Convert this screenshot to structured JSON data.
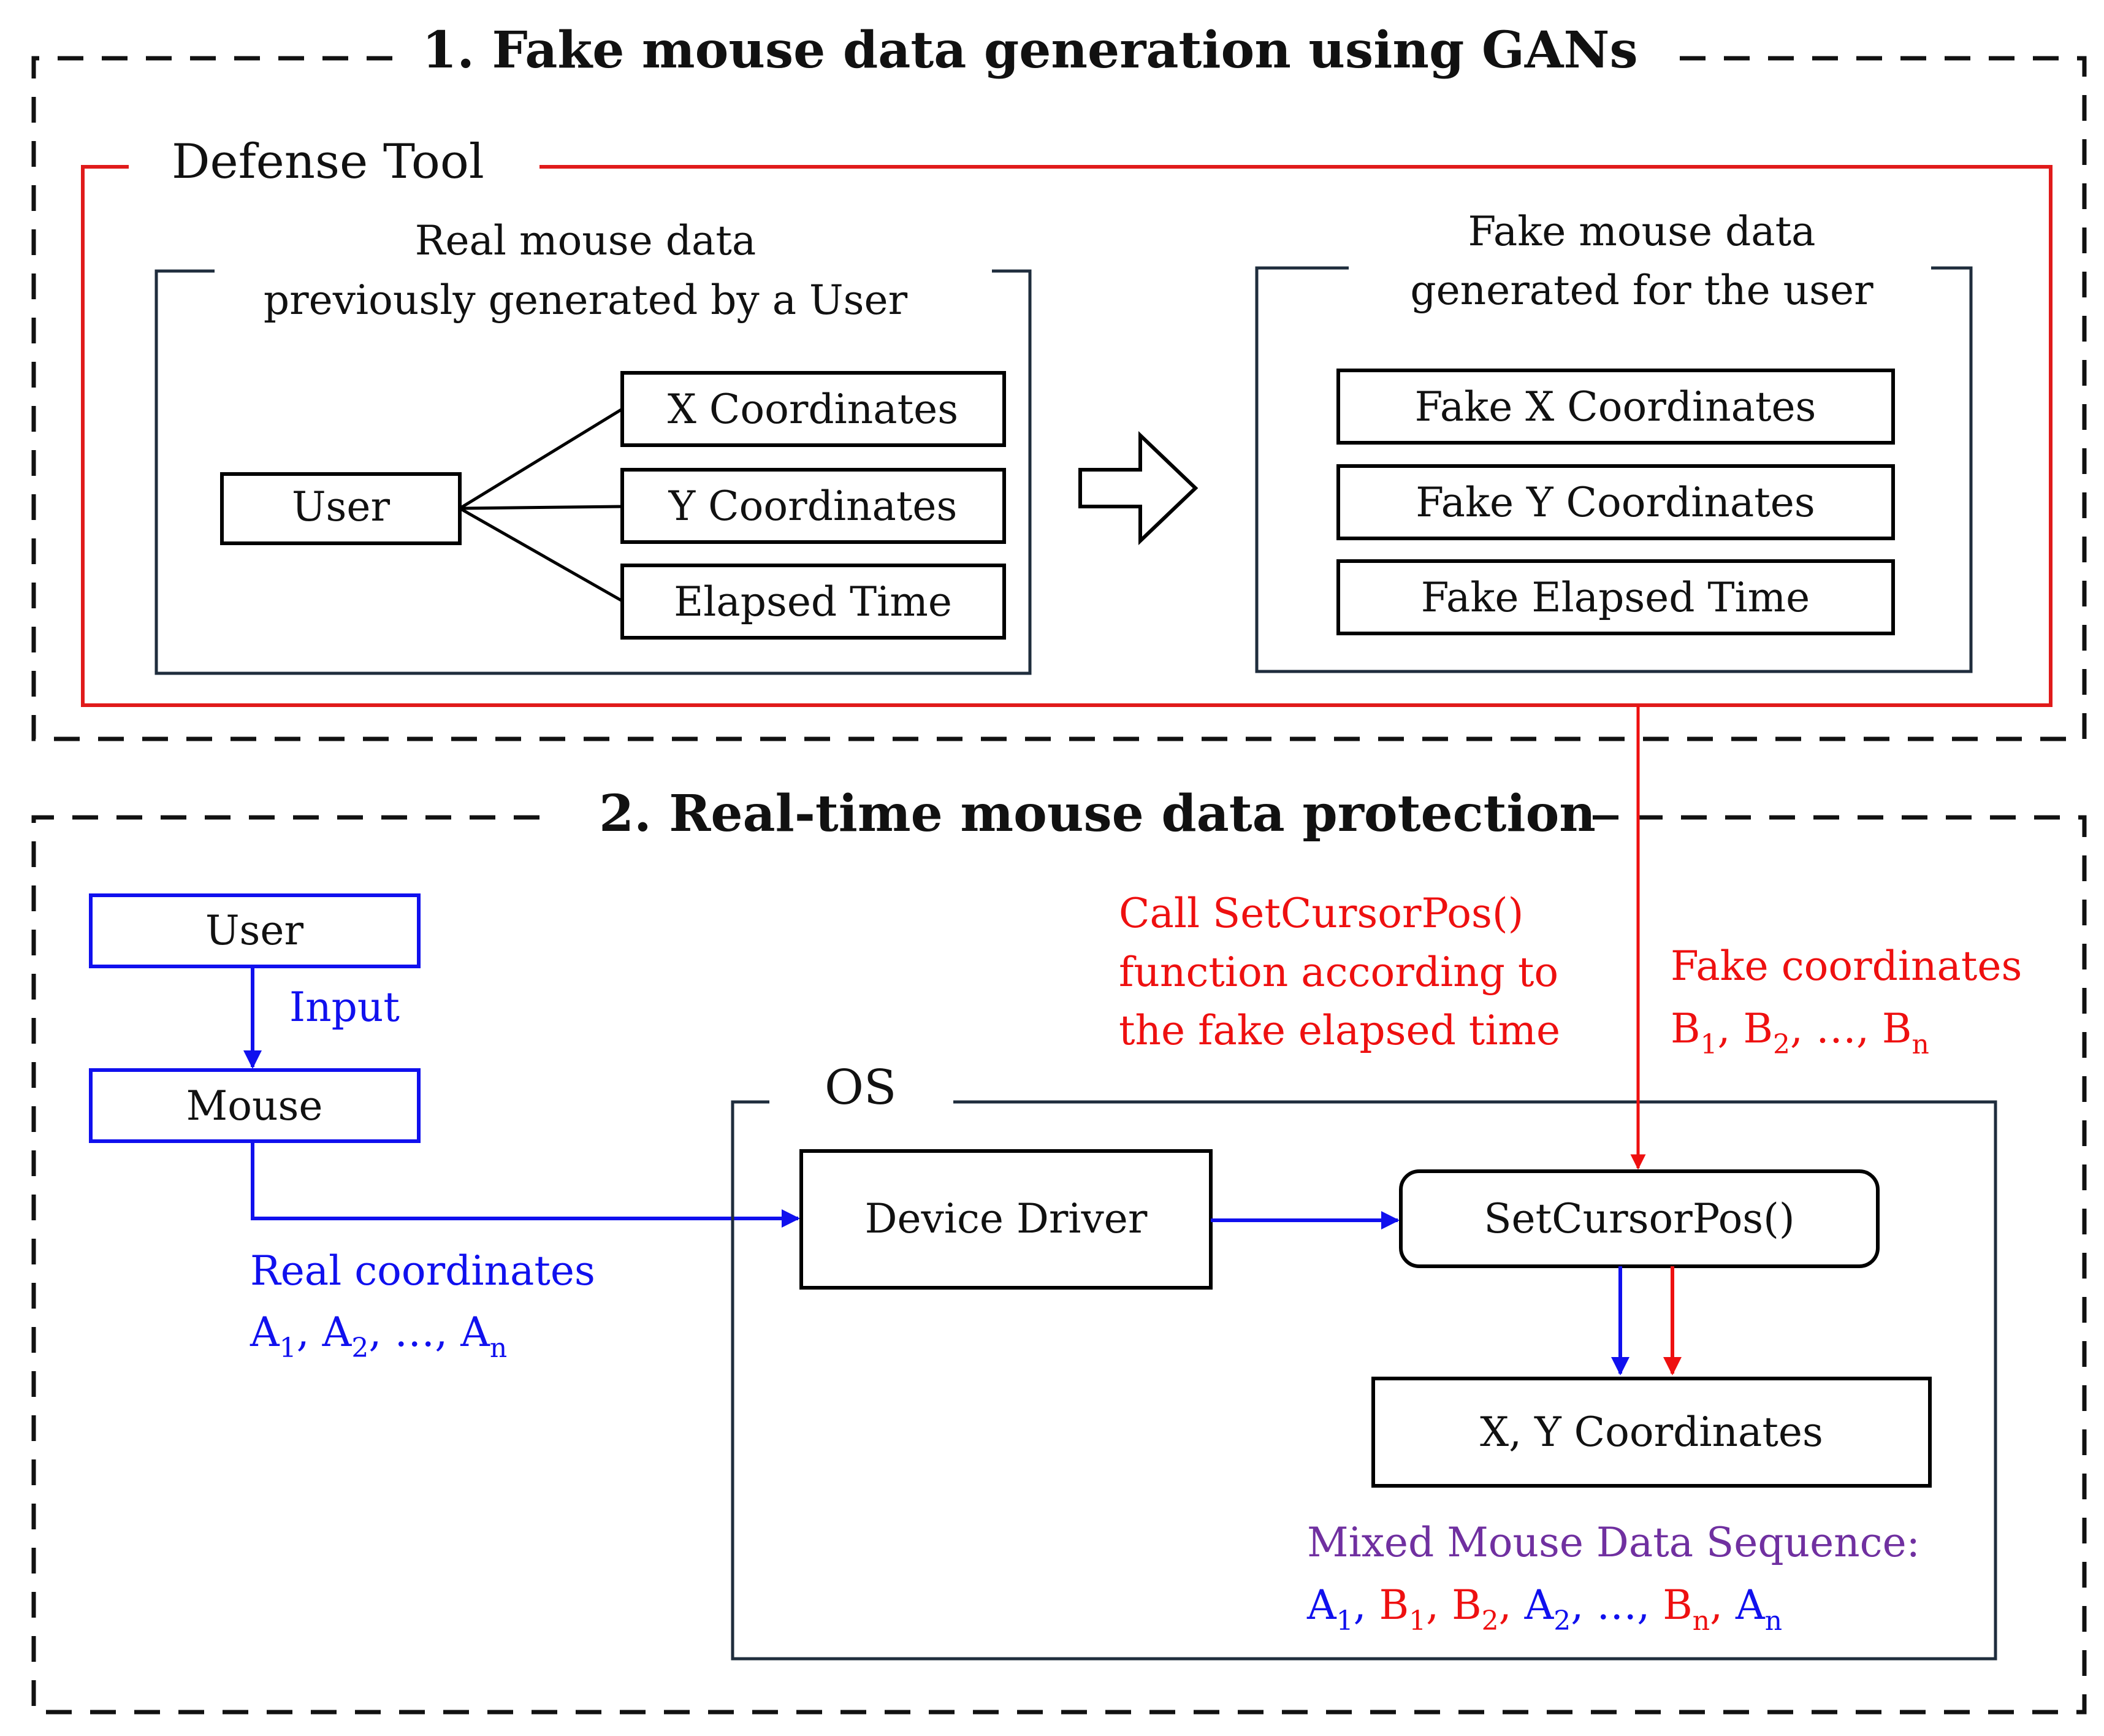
{
  "colors": {
    "real": "#1010ee",
    "fake": "#ee1010",
    "mixed": "#7030a0",
    "tool": "#e01b1b",
    "frame": "#1f2d3d"
  },
  "section1": {
    "title": "1. Fake mouse data generation using GANs"
  },
  "defense_tool": {
    "label": "Defense Tool"
  },
  "real_panel": {
    "title_line1": "Real mouse data",
    "title_line2": "previously generated by a User",
    "user": "User",
    "features": [
      "X Coordinates",
      "Y Coordinates",
      "Elapsed Time"
    ]
  },
  "fake_panel": {
    "title_line1": "Fake mouse data",
    "title_line2": "generated for the user",
    "features": [
      "Fake X Coordinates",
      "Fake Y Coordinates",
      "Fake Elapsed Time"
    ]
  },
  "section2": {
    "title": "2. Real-time mouse data protection"
  },
  "flow": {
    "user": "User",
    "input": "Input",
    "mouse": "Mouse",
    "real_coords_line1": "Real coordinates",
    "real_coords_seq": [
      {
        "base": "A",
        "sub": "1",
        "sep": ", "
      },
      {
        "base": "A",
        "sub": "2",
        "sep": ", …, "
      },
      {
        "base": "A",
        "sub": "n",
        "sep": ""
      }
    ]
  },
  "call_note": {
    "line1": "Call SetCursorPos()",
    "line2": "function according to",
    "line3": "the fake elapsed time"
  },
  "fake_coords": {
    "line1": "Fake coordinates",
    "seq": [
      {
        "base": "B",
        "sub": "1",
        "sep": ", "
      },
      {
        "base": "B",
        "sub": "2",
        "sep": ", …, "
      },
      {
        "base": "B",
        "sub": "n",
        "sep": ""
      }
    ]
  },
  "os": {
    "label": "OS",
    "device_driver": "Device Driver",
    "set_cursor": "SetCursorPos()",
    "xy": "X, Y Coordinates"
  },
  "mixed": {
    "label": "Mixed Mouse Data Sequence:",
    "seq": [
      {
        "base": "A",
        "sub": "1",
        "sep": ", ",
        "color": "blue"
      },
      {
        "base": "B",
        "sub": "1",
        "sep": ", ",
        "color": "red"
      },
      {
        "base": "B",
        "sub": "2",
        "sep": ", ",
        "color": "red"
      },
      {
        "base": "A",
        "sub": "2",
        "sep": ", …, ",
        "color": "blue"
      },
      {
        "base": "B",
        "sub": "n",
        "sep": ", ",
        "color": "red"
      },
      {
        "base": "A",
        "sub": "n",
        "sep": "",
        "color": "blue"
      }
    ]
  }
}
